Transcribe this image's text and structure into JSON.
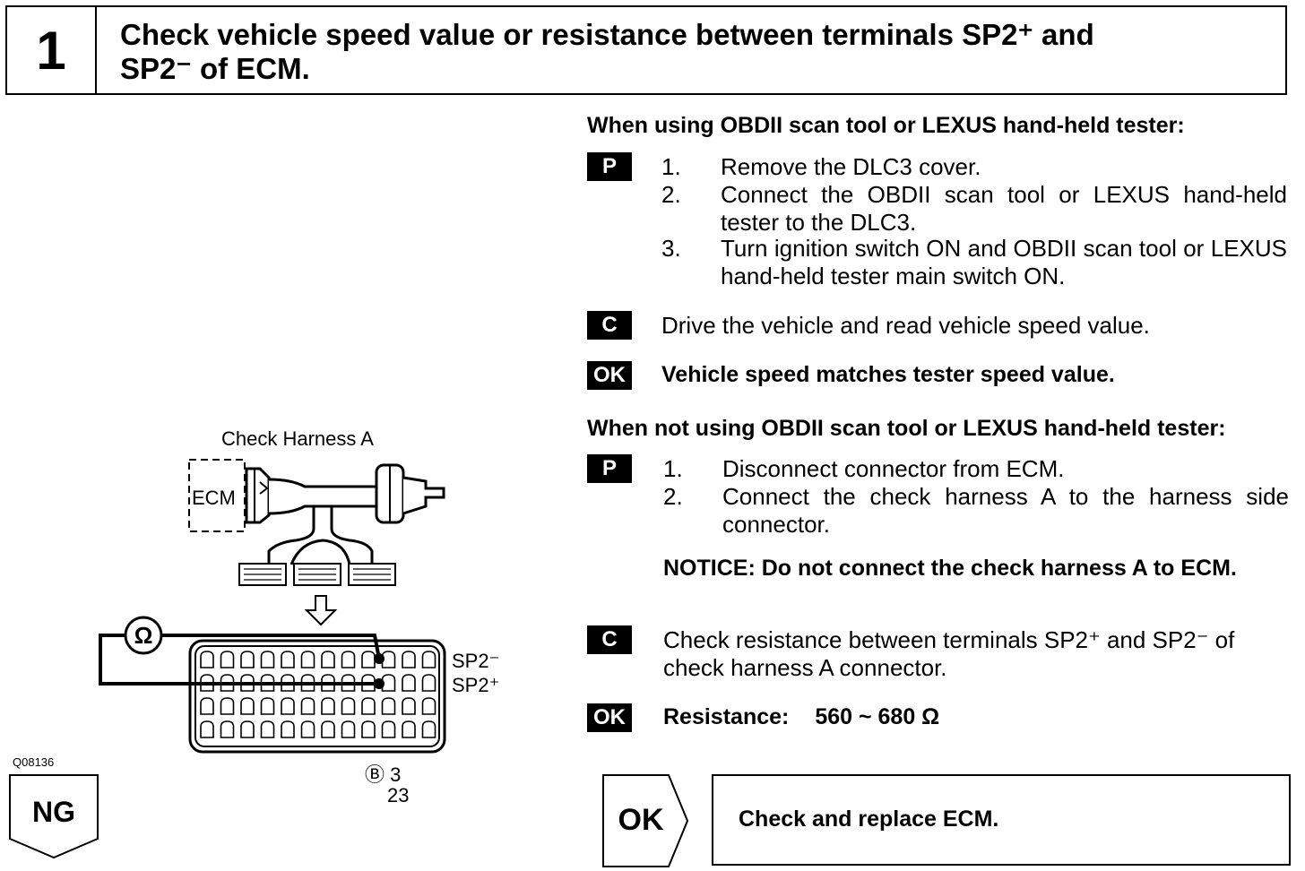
{
  "header": {
    "step_number": "1",
    "title_line1": "Check vehicle speed value or resistance between terminals SP2⁺ and",
    "title_line2": "SP2⁻ of ECM."
  },
  "section1": {
    "heading": "When using OBDII scan tool or LEXUS hand-held tester:",
    "prep_tag": "P",
    "steps": [
      {
        "num": "1.",
        "text": "Remove the DLC3 cover."
      },
      {
        "num": "2.",
        "text": "Connect the OBDII scan tool or LEXUS hand-held tester to the DLC3."
      },
      {
        "num": "3.",
        "text": "Turn ignition switch ON and OBDII scan tool or LEXUS hand-held tester main switch ON."
      }
    ],
    "check_tag": "C",
    "check_text": "Drive the vehicle and read vehicle speed value.",
    "ok_tag": "OK",
    "ok_text": "Vehicle speed matches tester speed value."
  },
  "section2": {
    "heading": "When not using OBDII scan tool or LEXUS hand-held tester:",
    "prep_tag": "P",
    "steps": [
      {
        "num": "1.",
        "text": "Disconnect connector from ECM."
      },
      {
        "num": "2.",
        "text": "Connect the check harness A to the harness side connector."
      }
    ],
    "notice": "NOTICE:  Do not connect the check harness A to ECM.",
    "check_tag": "C",
    "check_text": "Check resistance between terminals SP2⁺ and SP2⁻ of check harness A connector.",
    "ok_tag": "OK",
    "ok_label": "Resistance:",
    "ok_value": "560 ~ 680 Ω"
  },
  "diagram": {
    "caption": "Check Harness A",
    "ecm_label": "ECM",
    "sp2_minus": "SP2⁻",
    "sp2_plus": "SP2⁺",
    "connector_id": "Ⓑ 3",
    "connector_pin": "23",
    "ohm_symbol": "Ω",
    "figure_id": "Q08136"
  },
  "footer": {
    "ng_label": "NG",
    "ok_label": "OK",
    "result_text": "Check and replace ECM."
  }
}
